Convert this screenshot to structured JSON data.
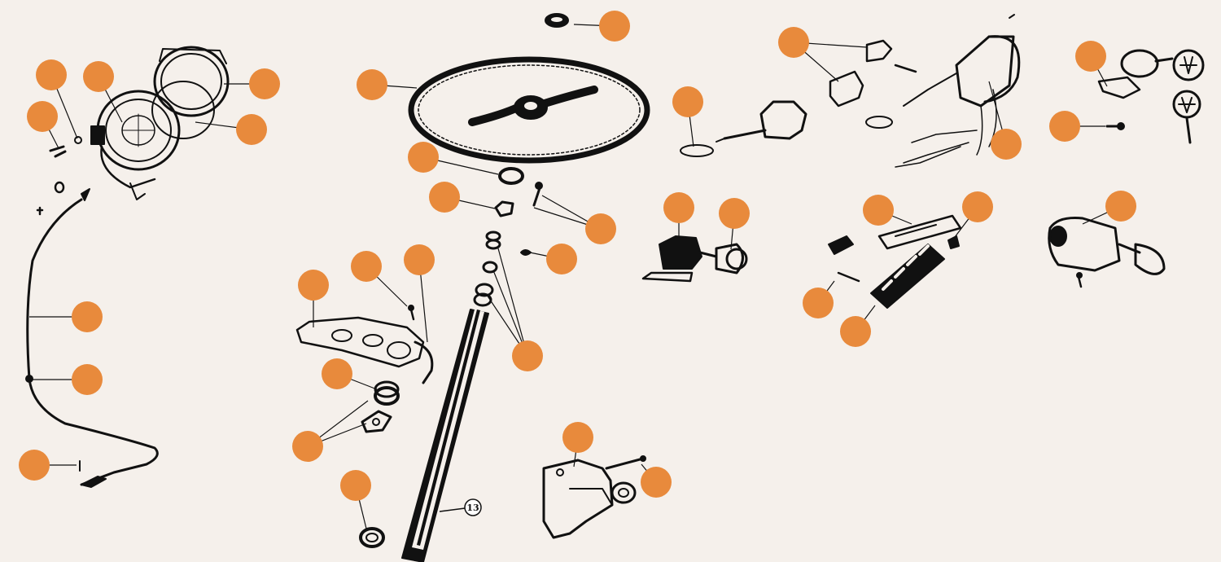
{
  "colors": {
    "background": "#f5f0eb",
    "hotspot": "#e88a3c",
    "ink": "#111111",
    "label_fill": "#ffffff"
  },
  "diagram": {
    "parts": [
      {
        "id": "speedometer-bezel",
        "icon": "speedometer-bezel"
      },
      {
        "id": "speedometer-seal",
        "icon": "gasket-ring"
      },
      {
        "id": "speedometer-gauge",
        "icon": "speedometer-gauge"
      },
      {
        "id": "gauge-nut",
        "icon": "nut"
      },
      {
        "id": "gauge-bracket-screw",
        "icon": "screw"
      },
      {
        "id": "speedometer-cable",
        "icon": "cable"
      },
      {
        "id": "cable-grommet",
        "icon": "grommet"
      },
      {
        "id": "cable-clip",
        "icon": "clip"
      },
      {
        "id": "horn-cap",
        "icon": "horn-cap"
      },
      {
        "id": "steering-wheel",
        "icon": "steering-wheel"
      },
      {
        "id": "contact-ring",
        "icon": "contact-ring"
      },
      {
        "id": "steering-nut",
        "icon": "nut"
      },
      {
        "id": "horn-contact-screw",
        "icon": "screw"
      },
      {
        "id": "woodruff-key",
        "icon": "key-piece"
      },
      {
        "id": "column-spring-set",
        "icon": "spring"
      },
      {
        "id": "column-bracket",
        "icon": "bracket"
      },
      {
        "id": "bracket-screw",
        "icon": "screw"
      },
      {
        "id": "horn-wire",
        "icon": "wire"
      },
      {
        "id": "column-bushing",
        "icon": "bushing"
      },
      {
        "id": "column-flange",
        "icon": "flange"
      },
      {
        "id": "lower-bushing",
        "icon": "bushing"
      },
      {
        "id": "ignition-lock-body",
        "icon": "lock-body"
      },
      {
        "id": "lock-mount-screw",
        "icon": "screw"
      },
      {
        "id": "turn-signal-switch",
        "icon": "turn-signal-switch"
      },
      {
        "id": "switch-lens",
        "icon": "lens"
      },
      {
        "id": "switch-clamp",
        "icon": "clamp"
      },
      {
        "id": "headlight-switch",
        "icon": "headlight-switch"
      },
      {
        "id": "switch-knob",
        "icon": "knob"
      },
      {
        "id": "wiper-switch-assembly",
        "icon": "wiper-switch"
      },
      {
        "id": "fuse-box-cover",
        "icon": "fuse-cover"
      },
      {
        "id": "fuse-clip",
        "icon": "fuse-clip"
      },
      {
        "id": "fuse-pin",
        "icon": "fuse-pin"
      },
      {
        "id": "fuse-box",
        "icon": "fuse-box"
      },
      {
        "id": "fuse-connector",
        "icon": "connector"
      },
      {
        "id": "ignition-switch",
        "icon": "ignition-switch"
      },
      {
        "id": "ignition-keys",
        "icon": "keys"
      },
      {
        "id": "ignition-screw",
        "icon": "screw"
      },
      {
        "id": "starter-switch",
        "icon": "starter-switch"
      }
    ],
    "labels": [
      "13"
    ]
  }
}
